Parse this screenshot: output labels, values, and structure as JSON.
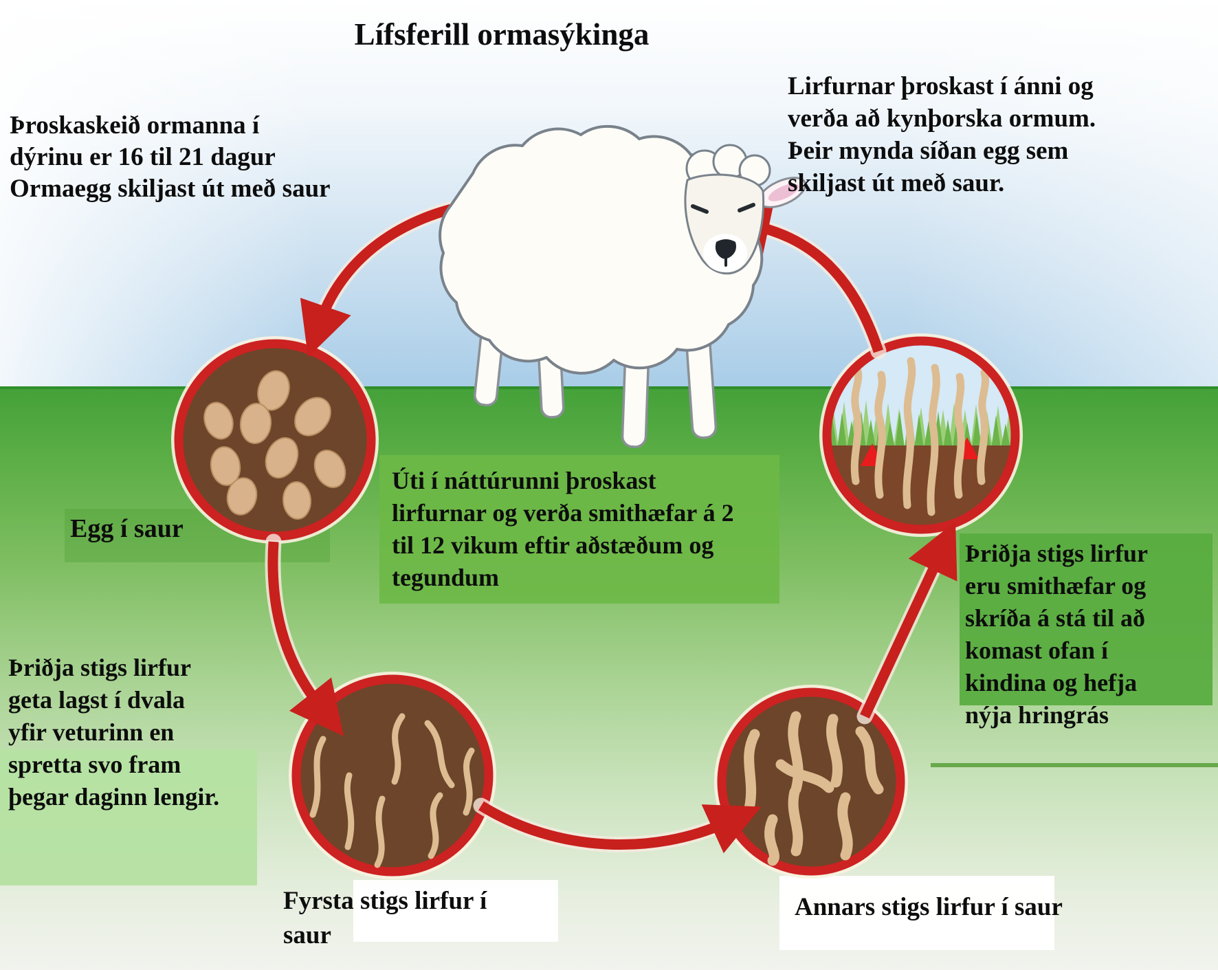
{
  "title": "Lífsferill ormasýkinga",
  "annotations": {
    "top_left": "Þroskaskeið ormanna í\ndýrinu er 16 til 21 dagur\nOrmaegg skiljast út með saur",
    "top_right": "Lirfurnar þroskast í ánni  og\nverða að kynþorska ormum.\nÞeir mynda síðan egg sem\nskiljast út með saur.",
    "center": "Úti í náttúrunni þroskast\nlirfurnar og verða smithæfar á 2\ntil 12 vikum eftir aðstæðum og\ntegundum",
    "left_lower": "Þriðja stigs lirfur\ngeta lagst í dvala\nyfir veturinn en\nspretta svo fram\nþegar daginn lengir.",
    "right": "Þriðja stigs lirfur\neru smithæfar og\nskríða á stá til að\nkomast ofan í\nkindina og hefja\nnýja hringrás",
    "egg_label": "Egg í saur",
    "stage1_label": "Fyrsta stigs lirfur í\nsaur",
    "stage2_label": "Annars stigs lirfur í saur"
  },
  "colors": {
    "arrow_red": "#c8201d",
    "circle_ring_red": "#cc2222",
    "dung_brown": "#6d452a",
    "soil_brown": "#7b4629",
    "egg_tan": "#d8b28a",
    "worm_tan": "#ddbc92",
    "sky_blue": "#aecfe9",
    "grass_green": "#45a139",
    "center_box_green": "#6cb847",
    "right_box_green": "#58ac3f",
    "pale_box_green": "#b5e2a2"
  }
}
